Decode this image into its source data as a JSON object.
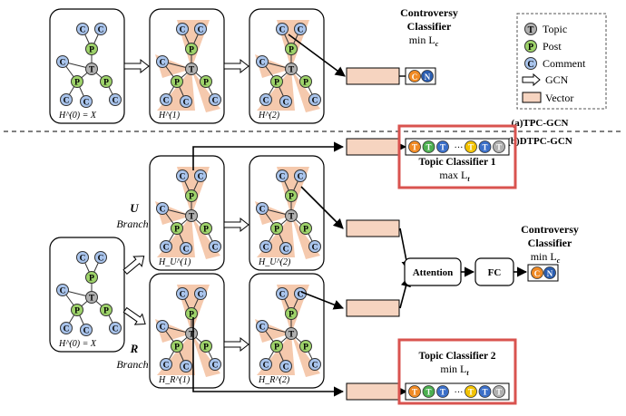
{
  "legend": {
    "topic": {
      "glyph": "T",
      "label": "Topic"
    },
    "post": {
      "glyph": "P",
      "label": "Post"
    },
    "comment": {
      "glyph": "C",
      "label": "Comment"
    },
    "gcn": {
      "label": "GCN"
    },
    "vector": {
      "label": "Vector"
    }
  },
  "section_a": {
    "label": "(a)TPC-GCN"
  },
  "section_b": {
    "label": "(b)DTPC-GCN"
  },
  "graphs": {
    "tpc_h0": "H^(0) = X",
    "tpc_h1": "H^(1)",
    "tpc_h2": "H^(2)",
    "dtpc_h0": "H^(0) = X",
    "u_h1": "H_U^(1)",
    "u_h2": "H_U^(2)",
    "r_h1": "H_R^(1)",
    "r_h2": "H_R^(2)"
  },
  "branches": {
    "u": {
      "letter": "U",
      "word": "Branch"
    },
    "r": {
      "letter": "R",
      "word": "Branch"
    }
  },
  "controversy_a": {
    "line1": "Controversy",
    "line2": "Classifier",
    "line3": "min L",
    "sub": "c"
  },
  "controversy_b": {
    "line1": "Controversy",
    "line2": "Classifier",
    "line3": "min L",
    "sub": "c"
  },
  "output_badges": {
    "c": "C",
    "n": "N"
  },
  "topic_classifier_1": {
    "title": "Topic Classifier 1",
    "objective": "max L",
    "sub": "t"
  },
  "topic_classifier_2": {
    "title": "Topic Classifier 2",
    "objective": "min L",
    "sub": "t"
  },
  "topic_strip": {
    "glyph": "T",
    "ellipsis": "···"
  },
  "attention": {
    "label": "Attention"
  },
  "fc": {
    "label": "FC"
  },
  "colors": {
    "topic_fill": "#b0b0b0",
    "post_fill": "#9ed36a",
    "comment_fill": "#a9c4ec",
    "vector_fill": "#f6d4c0",
    "blob_fill": "#f5c9ad",
    "highlight_border": "#d9534f",
    "badge_orange": "#f08a24",
    "badge_blue": "#2a5db0"
  }
}
